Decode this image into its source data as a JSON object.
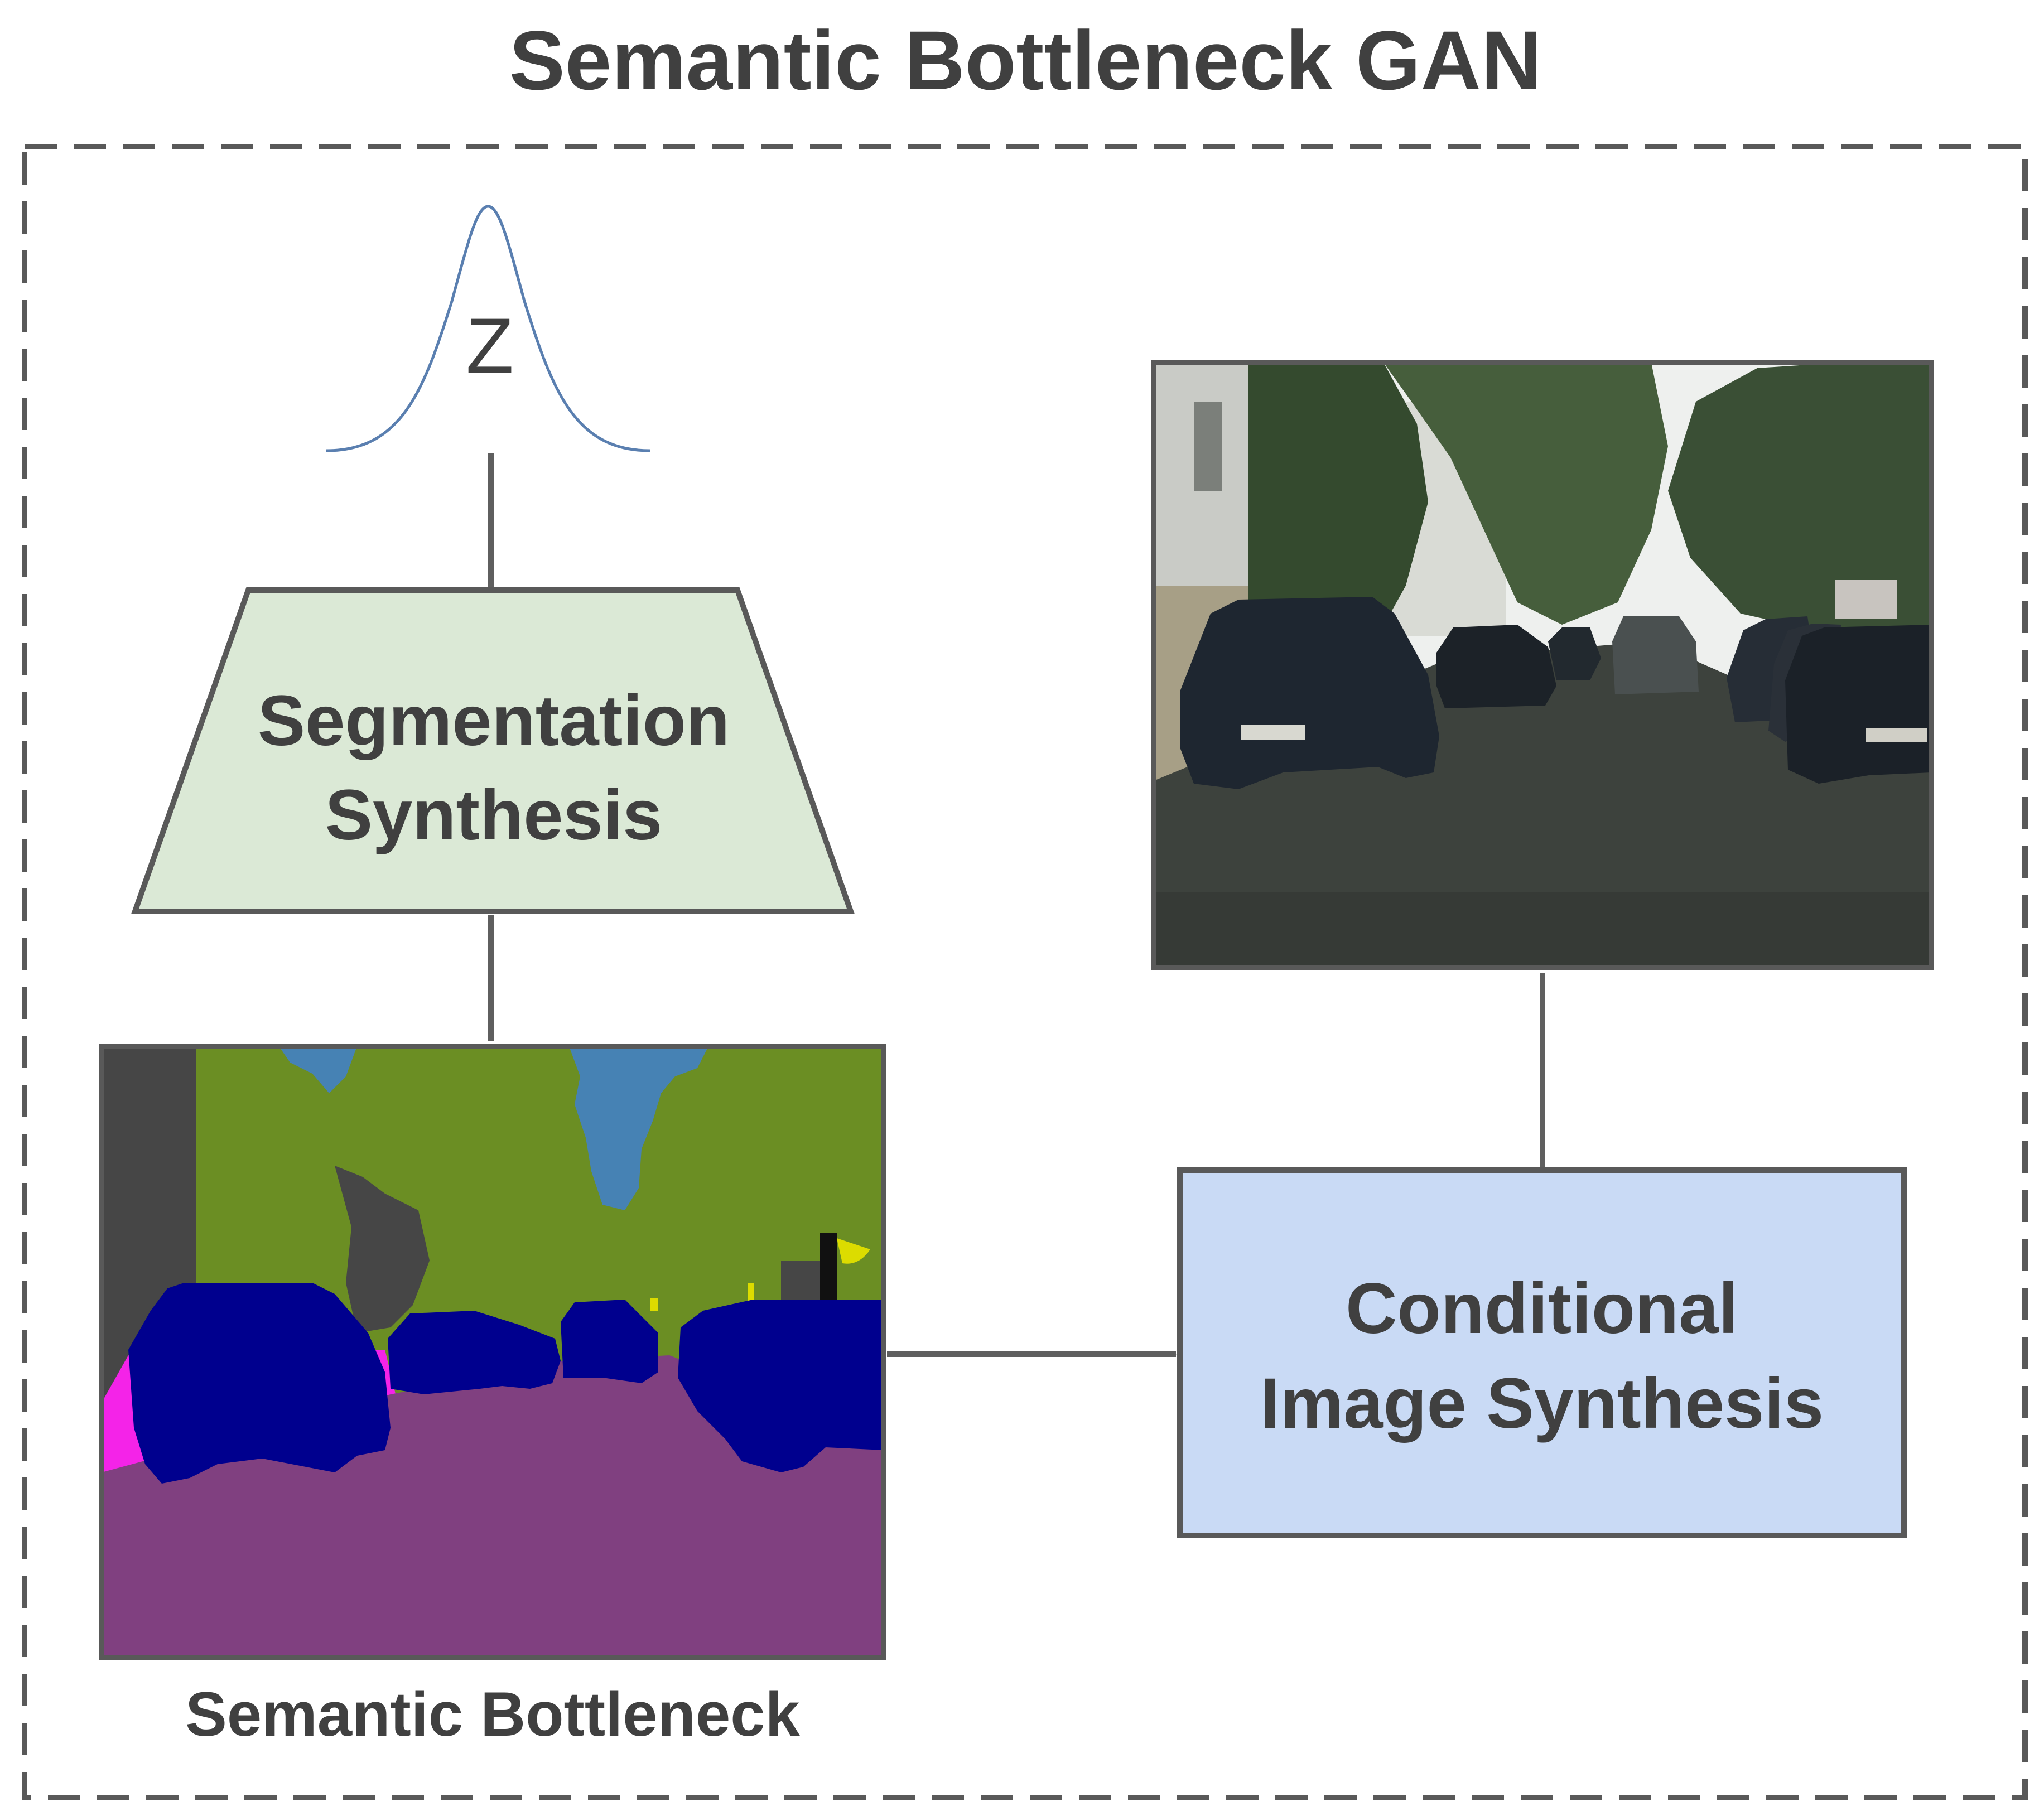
{
  "title": "Semantic Bottleneck GAN",
  "noise": {
    "label": "Z"
  },
  "segmentation_block": {
    "line1": "Segmentation",
    "line2": "Synthesis"
  },
  "semantic_map": {
    "caption": "Semantic Bottleneck"
  },
  "conditional_block": {
    "line1": "Conditional",
    "line2": "Image Synthesis"
  },
  "colors": {
    "text": "#404040",
    "border": "#595959",
    "arrow": "#5f5f5f",
    "gaussian": "#5a7fb0",
    "segmentation_fill": "#dbe9d6",
    "conditional_fill": "#c9daf5",
    "seg_building": "#464646",
    "seg_vegetation": "#6b8e23",
    "seg_sky": "#4682b4",
    "seg_car": "#00008e",
    "seg_road": "#804080",
    "seg_sidewalk": "#f423e8",
    "seg_sign": "#dcdc00",
    "photo_sky": "#eef0ee",
    "photo_tree": "#3a4f35",
    "photo_building": "#c9cbc6",
    "photo_road": "#3d423d",
    "photo_car": "#1e2630"
  }
}
